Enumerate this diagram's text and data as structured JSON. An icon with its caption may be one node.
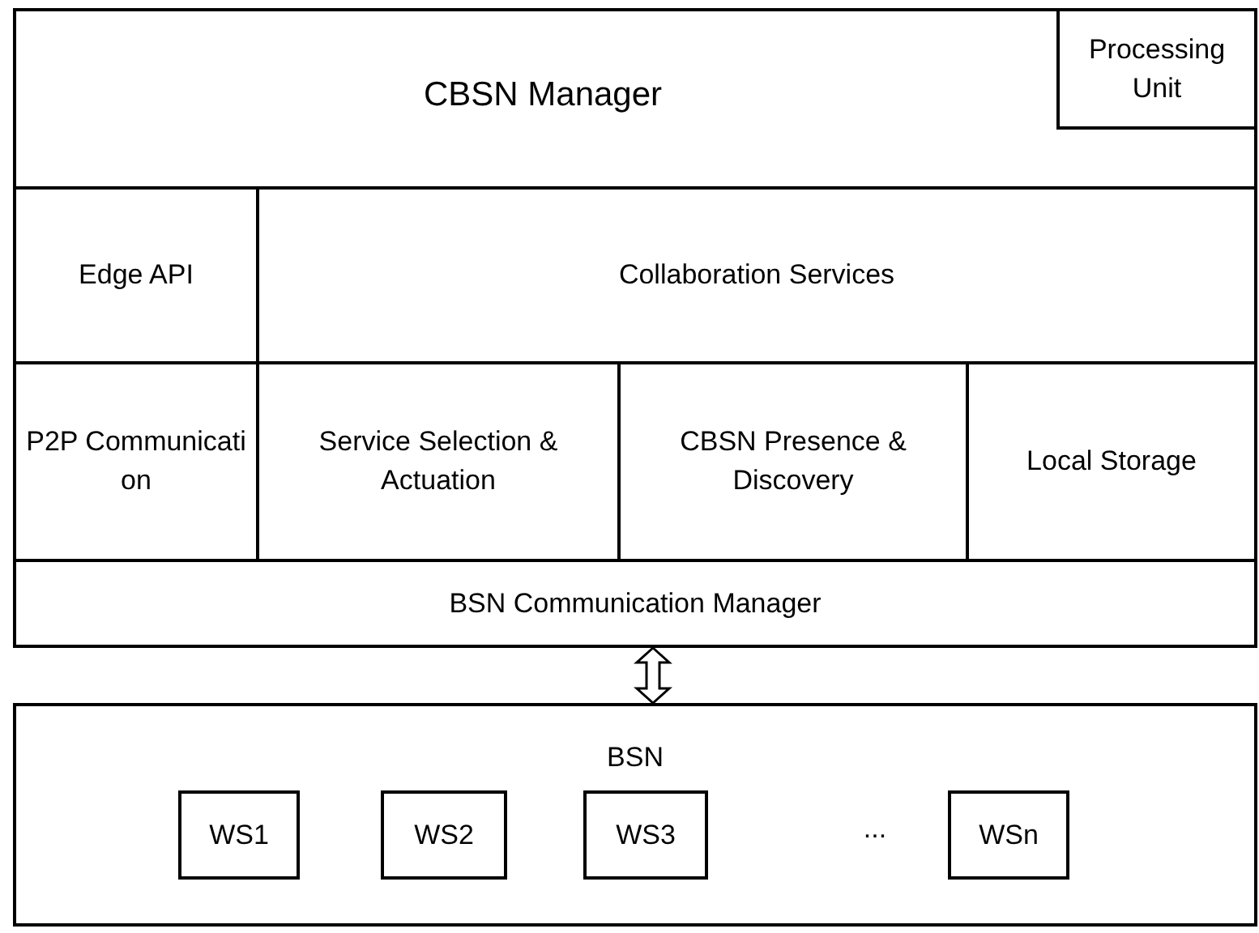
{
  "diagram": {
    "nodes": [
      {
        "text": [
          "CBSN Manager"
        ]
      },
      {
        "text": [
          "Processing Unit"
        ],
        "in": 0
      },
      {
        "text": [
          "Edge API"
        ],
        "in": 0
      },
      {
        "text": [
          "Collaboration Services"
        ],
        "in": 0
      },
      {
        "text": [
          "P2P Communication"
        ],
        "in": 0
      },
      {
        "text": [
          "Service Selection & Actuation"
        ],
        "in": 0
      },
      {
        "text": [
          "CBSN Presence & Discovery"
        ],
        "in": 0
      },
      {
        "text": [
          "Local Storage"
        ],
        "in": 0
      },
      {
        "text": [
          "BSN Communication Manager"
        ],
        "in": 0
      },
      {
        "text": [
          "BSN"
        ]
      },
      {
        "text": [
          "WS1"
        ],
        "in": 9
      },
      {
        "text": [
          "WS2"
        ],
        "in": 9
      },
      {
        "text": [
          "WS3"
        ],
        "in": 9
      },
      {
        "text": [
          "WSn"
        ],
        "in": 9
      }
    ],
    "edges": [
      {
        "from": 8,
        "to": 9,
        "arrow": "both"
      }
    ],
    "labels": [
      "..."
    ]
  }
}
